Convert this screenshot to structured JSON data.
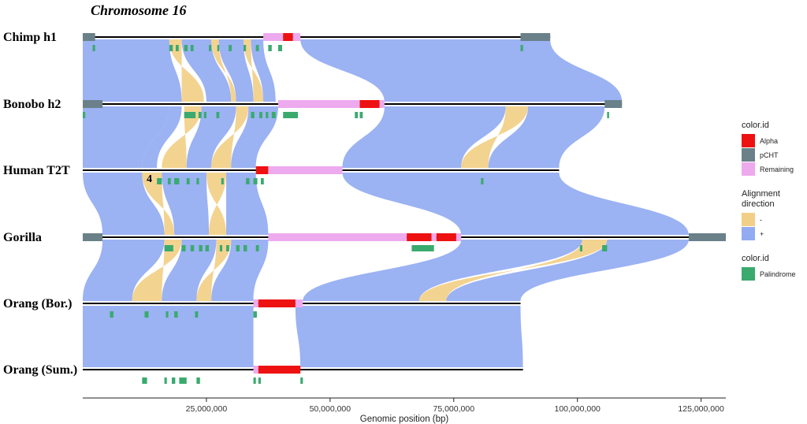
{
  "chart_data": {
    "type": "synteny",
    "title": "Chromosome 16",
    "xlabel": "Genomic position (bp)",
    "xlim": [
      0,
      130000000
    ],
    "x_ticks": [
      {
        "value": 25000000,
        "label": "25,000,000"
      },
      {
        "value": 50000000,
        "label": "50,000,000"
      },
      {
        "value": 75000000,
        "label": "75,000,000"
      },
      {
        "value": 100000000,
        "label": "100,000,000"
      },
      {
        "value": 125000000,
        "label": "125,000,000"
      }
    ],
    "annotation": "4",
    "colors": {
      "Alpha": "#ee1111",
      "pCHT": "#6b8189",
      "Remaining": "#eeaaee",
      "minus": "#f2cf87",
      "plus": "#93abf2",
      "Palindrome": "#3aaa6e"
    },
    "tracks": [
      {
        "name": "Chimp h1",
        "length": 94500000,
        "segments": [
          {
            "start": 0,
            "end": 2500000,
            "type": "pCHT"
          },
          {
            "start": 36500000,
            "end": 40500000,
            "type": "Remaining"
          },
          {
            "start": 40500000,
            "end": 42500000,
            "type": "Alpha"
          },
          {
            "start": 42500000,
            "end": 44000000,
            "type": "Remaining"
          },
          {
            "start": 88500000,
            "end": 94500000,
            "type": "pCHT"
          }
        ],
        "palindromes": [
          [
            2000000,
            2500000
          ],
          [
            17500000,
            18200000
          ],
          [
            18800000,
            19400000
          ],
          [
            20500000,
            21200000
          ],
          [
            21800000,
            22400000
          ],
          [
            25500000,
            26000000
          ],
          [
            27200000,
            27600000
          ],
          [
            29500000,
            30100000
          ],
          [
            32500000,
            33000000
          ],
          [
            35000000,
            35600000
          ],
          [
            37500000,
            38200000
          ],
          [
            39500000,
            40300000
          ],
          [
            88500000,
            89000000
          ]
        ]
      },
      {
        "name": "Bonobo h2",
        "length": 109000000,
        "segments": [
          {
            "start": 0,
            "end": 4000000,
            "type": "pCHT"
          },
          {
            "start": 39500000,
            "end": 56000000,
            "type": "Remaining"
          },
          {
            "start": 56000000,
            "end": 60000000,
            "type": "Alpha"
          },
          {
            "start": 60000000,
            "end": 61000000,
            "type": "Remaining"
          },
          {
            "start": 105500000,
            "end": 109000000,
            "type": "pCHT"
          }
        ],
        "palindromes": [
          [
            0,
            500000
          ],
          [
            20500000,
            22800000
          ],
          [
            23400000,
            24000000
          ],
          [
            24500000,
            25000000
          ],
          [
            27000000,
            27600000
          ],
          [
            34000000,
            34700000
          ],
          [
            35700000,
            36300000
          ],
          [
            37000000,
            37500000
          ],
          [
            38200000,
            39000000
          ],
          [
            40500000,
            43500000
          ],
          [
            55000000,
            55600000
          ],
          [
            56000000,
            56600000
          ],
          [
            106000000,
            106400000
          ]
        ]
      },
      {
        "name": "Human T2T",
        "length": 96300000,
        "segments": [
          {
            "start": 35000000,
            "end": 37500000,
            "type": "Alpha"
          },
          {
            "start": 37500000,
            "end": 52500000,
            "type": "Remaining"
          }
        ],
        "palindromes": [
          [
            15000000,
            16000000
          ],
          [
            17200000,
            17800000
          ],
          [
            18500000,
            19500000
          ],
          [
            21000000,
            21600000
          ],
          [
            23000000,
            23500000
          ],
          [
            28000000,
            28500000
          ],
          [
            33000000,
            33700000
          ],
          [
            34500000,
            35300000
          ],
          [
            36000000,
            36600000
          ],
          [
            80500000,
            81000000
          ]
        ]
      },
      {
        "name": "Gorilla",
        "length": 130000000,
        "segments": [
          {
            "start": 0,
            "end": 4000000,
            "type": "pCHT"
          },
          {
            "start": 37500000,
            "end": 65500000,
            "type": "Remaining"
          },
          {
            "start": 65500000,
            "end": 70500000,
            "type": "Alpha"
          },
          {
            "start": 70500000,
            "end": 71500000,
            "type": "Remaining"
          },
          {
            "start": 71500000,
            "end": 75500000,
            "type": "Alpha"
          },
          {
            "start": 75500000,
            "end": 76500000,
            "type": "Remaining"
          },
          {
            "start": 122500000,
            "end": 130000000,
            "type": "pCHT"
          }
        ],
        "palindromes": [
          [
            16500000,
            18300000
          ],
          [
            20000000,
            20800000
          ],
          [
            21800000,
            22500000
          ],
          [
            23500000,
            24200000
          ],
          [
            24800000,
            25500000
          ],
          [
            27700000,
            28200000
          ],
          [
            29000000,
            29600000
          ],
          [
            31000000,
            31700000
          ],
          [
            32500000,
            33200000
          ],
          [
            35000000,
            35600000
          ],
          [
            66500000,
            71000000
          ],
          [
            100500000,
            101000000
          ],
          [
            105000000,
            106000000
          ]
        ]
      },
      {
        "name": "Orang (Bor.)",
        "length": 88500000,
        "segments": [
          {
            "start": 34500000,
            "end": 35500000,
            "type": "Remaining"
          },
          {
            "start": 35500000,
            "end": 43000000,
            "type": "Alpha"
          },
          {
            "start": 43000000,
            "end": 44500000,
            "type": "Remaining"
          }
        ],
        "palindromes": [
          [
            5500000,
            6200000
          ],
          [
            12500000,
            13300000
          ],
          [
            16800000,
            17300000
          ],
          [
            18500000,
            19200000
          ],
          [
            22700000,
            23300000
          ],
          [
            34500000,
            35200000
          ]
        ]
      },
      {
        "name": "Orang (Sum.)",
        "length": 89000000,
        "segments": [
          {
            "start": 34500000,
            "end": 35500000,
            "type": "Remaining"
          },
          {
            "start": 35500000,
            "end": 44000000,
            "type": "Alpha"
          }
        ],
        "palindromes": [
          [
            12000000,
            13000000
          ],
          [
            16500000,
            17000000
          ],
          [
            18000000,
            18700000
          ],
          [
            19500000,
            21000000
          ],
          [
            23000000,
            23700000
          ],
          [
            34500000,
            35000000
          ],
          [
            35500000,
            36000000
          ],
          [
            44000000,
            44500000
          ]
        ]
      }
    ],
    "alignments": [
      {
        "from": 0,
        "to": 1,
        "blocks": [
          {
            "s1": 0,
            "e1": 17500000,
            "s2": 0,
            "e2": 20000000,
            "dir": "+"
          },
          {
            "s1": 17500000,
            "e1": 20000000,
            "s2": 20000000,
            "e2": 24500000,
            "dir": "-"
          },
          {
            "s1": 20000000,
            "e1": 26000000,
            "s2": 25000000,
            "e2": 30000000,
            "dir": "+"
          },
          {
            "s1": 26000000,
            "e1": 27500000,
            "s2": 30000000,
            "e2": 31000000,
            "dir": "-"
          },
          {
            "s1": 27500000,
            "e1": 32500000,
            "s2": 31000000,
            "e2": 34500000,
            "dir": "+"
          },
          {
            "s1": 32500000,
            "e1": 34000000,
            "s2": 34500000,
            "e2": 36500000,
            "dir": "-"
          },
          {
            "s1": 34000000,
            "e1": 36500000,
            "s2": 36500000,
            "e2": 39000000,
            "dir": "+"
          },
          {
            "s1": 44000000,
            "e1": 94500000,
            "s2": 61000000,
            "e2": 109000000,
            "dir": "+"
          }
        ]
      },
      {
        "from": 1,
        "to": 2,
        "blocks": [
          {
            "s1": 0,
            "e1": 17500000,
            "s2": 0,
            "e2": 12000000,
            "dir": "+"
          },
          {
            "s1": 17500000,
            "e1": 20000000,
            "s2": 12000000,
            "e2": 15000000,
            "dir": "+"
          },
          {
            "s1": 20500000,
            "e1": 24000000,
            "s2": 16000000,
            "e2": 21000000,
            "dir": "-"
          },
          {
            "s1": 24000000,
            "e1": 31000000,
            "s2": 21000000,
            "e2": 26000000,
            "dir": "+"
          },
          {
            "s1": 31000000,
            "e1": 33500000,
            "s2": 26000000,
            "e2": 30000000,
            "dir": "-"
          },
          {
            "s1": 33500000,
            "e1": 39500000,
            "s2": 30000000,
            "e2": 35000000,
            "dir": "+"
          },
          {
            "s1": 61000000,
            "e1": 85500000,
            "s2": 52500000,
            "e2": 76500000,
            "dir": "+"
          },
          {
            "s1": 85500000,
            "e1": 90000000,
            "s2": 76500000,
            "e2": 82000000,
            "dir": "-"
          },
          {
            "s1": 90000000,
            "e1": 105500000,
            "s2": 82000000,
            "e2": 96300000,
            "dir": "+"
          }
        ]
      },
      {
        "from": 2,
        "to": 3,
        "blocks": [
          {
            "s1": 0,
            "e1": 12000000,
            "s2": 4000000,
            "e2": 16500000,
            "dir": "+"
          },
          {
            "s1": 12000000,
            "e1": 16000000,
            "s2": 16500000,
            "e2": 18500000,
            "dir": "-"
          },
          {
            "s1": 16000000,
            "e1": 25000000,
            "s2": 18500000,
            "e2": 25500000,
            "dir": "+"
          },
          {
            "s1": 25000000,
            "e1": 29000000,
            "s2": 25500000,
            "e2": 29000000,
            "dir": "-"
          },
          {
            "s1": 29000000,
            "e1": 35000000,
            "s2": 29000000,
            "e2": 37500000,
            "dir": "+"
          },
          {
            "s1": 52500000,
            "e1": 96300000,
            "s2": 76500000,
            "e2": 122500000,
            "dir": "+"
          }
        ]
      },
      {
        "from": 3,
        "to": 4,
        "blocks": [
          {
            "s1": 4000000,
            "e1": 16500000,
            "s2": 0,
            "e2": 10000000,
            "dir": "+"
          },
          {
            "s1": 16500000,
            "e1": 20000000,
            "s2": 10000000,
            "e2": 16000000,
            "dir": "-"
          },
          {
            "s1": 20000000,
            "e1": 27000000,
            "s2": 16000000,
            "e2": 23000000,
            "dir": "+"
          },
          {
            "s1": 27000000,
            "e1": 30000000,
            "s2": 23000000,
            "e2": 26000000,
            "dir": "-"
          },
          {
            "s1": 30000000,
            "e1": 37500000,
            "s2": 26000000,
            "e2": 34500000,
            "dir": "+"
          },
          {
            "s1": 76500000,
            "e1": 101000000,
            "s2": 44500000,
            "e2": 68000000,
            "dir": "+"
          },
          {
            "s1": 101000000,
            "e1": 106000000,
            "s2": 68000000,
            "e2": 73500000,
            "dir": "-"
          },
          {
            "s1": 106000000,
            "e1": 122500000,
            "s2": 73500000,
            "e2": 88500000,
            "dir": "+"
          }
        ]
      },
      {
        "from": 4,
        "to": 5,
        "blocks": [
          {
            "s1": 0,
            "e1": 34500000,
            "s2": 0,
            "e2": 34500000,
            "dir": "+"
          },
          {
            "s1": 43000000,
            "e1": 88500000,
            "s2": 44000000,
            "e2": 89000000,
            "dir": "+"
          }
        ]
      }
    ]
  },
  "legend": {
    "groups": [
      {
        "title": "color.id",
        "items": [
          {
            "label": "Alpha",
            "color": "#ee1111"
          },
          {
            "label": "pCHT",
            "color": "#6b8189"
          },
          {
            "label": "Remaining",
            "color": "#eeaaee"
          }
        ]
      },
      {
        "title": "Alignment direction",
        "items": [
          {
            "label": "-",
            "color": "#f2cf87"
          },
          {
            "label": "+",
            "color": "#93abf2"
          }
        ]
      },
      {
        "title": "color.id",
        "items": [
          {
            "label": "Palindrome",
            "color": "#3aaa6e"
          }
        ]
      }
    ]
  }
}
